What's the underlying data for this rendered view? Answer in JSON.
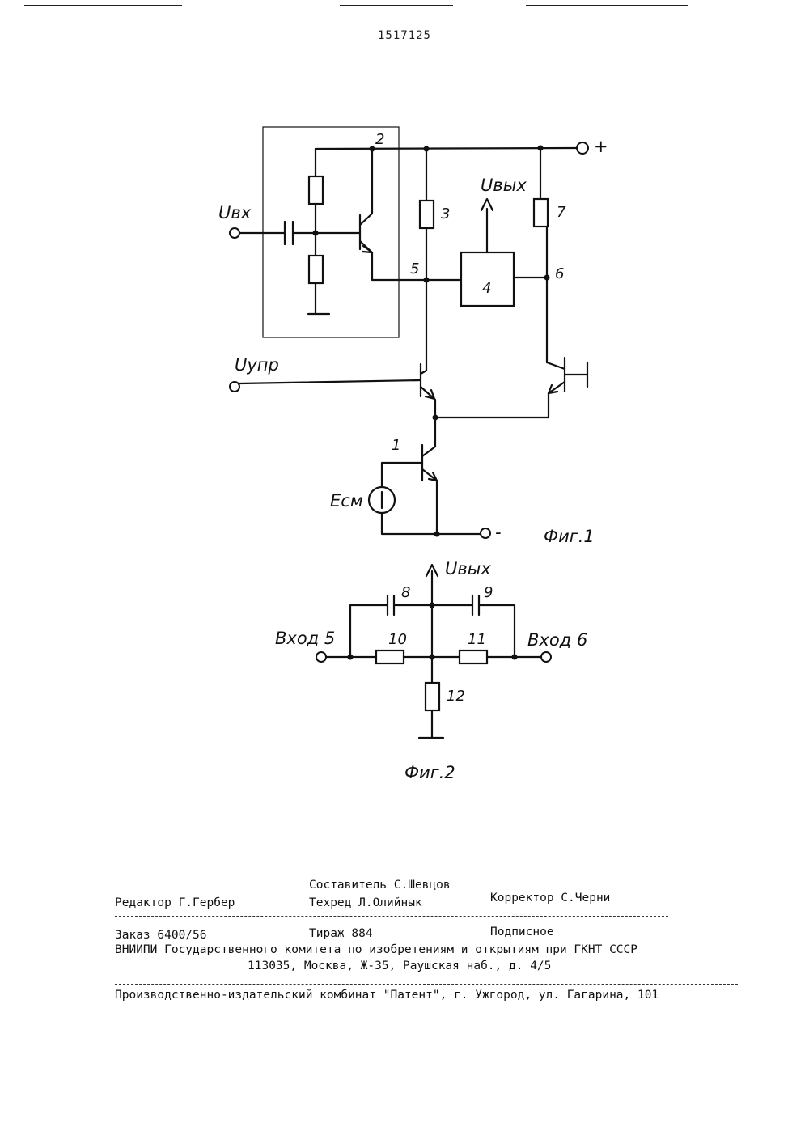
{
  "patent_number": "1517125",
  "fig1": {
    "caption": "Фиг.1",
    "labels": {
      "u_in": "Uвх",
      "u_ctrl": "Uупр",
      "u_out": "Uвых",
      "e_bias": "Eсм",
      "plus": "+",
      "minus": "-",
      "n1": "1",
      "n2": "2",
      "n3": "3",
      "n4": "4",
      "n5": "5",
      "n6": "6",
      "n7": "7"
    }
  },
  "fig2": {
    "caption": "Фиг.2",
    "labels": {
      "u_out": "Uвых",
      "in5": "Вход 5",
      "in6": "Вход 6",
      "n8": "8",
      "n9": "9",
      "n10": "10",
      "n11": "11",
      "n12": "12"
    }
  },
  "imprint": {
    "compiler": "Составитель С.Шевцов",
    "editor": "Редактор Г.Гербер",
    "techred": "Техред Л.Олийнык",
    "corrector": "Корректор С.Черни",
    "order": "Заказ 6400/56",
    "circulation": "Тираж 884",
    "subscription": "Подписное",
    "org_line1": "ВНИИПИ Государственного комитета по изобретениям и открытиям при ГКНТ СССР",
    "org_line2": "113035, Москва, Ж-35, Раушская наб., д. 4/5",
    "printer": "Производственно-издательский комбинат \"Патент\", г. Ужгород, ул. Гагарина, 101"
  }
}
